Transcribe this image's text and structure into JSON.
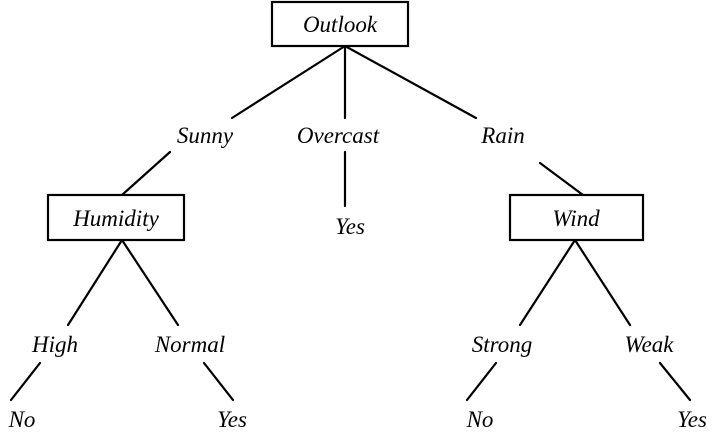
{
  "tree": {
    "root": {
      "label": "Outlook",
      "branches": [
        {
          "value": "Sunny",
          "node": {
            "label": "Humidity",
            "branches": [
              {
                "value": "High",
                "leaf": "No"
              },
              {
                "value": "Normal",
                "leaf": "Yes"
              }
            ]
          }
        },
        {
          "value": "Overcast",
          "leaf": "Yes"
        },
        {
          "value": "Rain",
          "node": {
            "label": "Wind",
            "branches": [
              {
                "value": "Strong",
                "leaf": "No"
              },
              {
                "value": "Weak",
                "leaf": "Yes"
              }
            ]
          }
        }
      ]
    }
  }
}
